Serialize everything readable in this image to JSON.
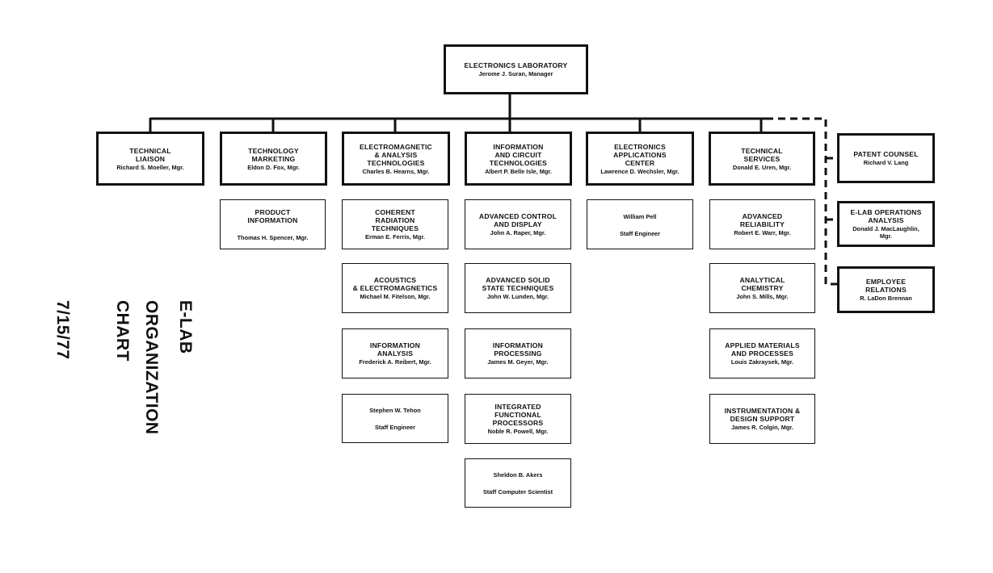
{
  "root": {
    "title": "ELECTRONICS LABORATORY",
    "person": "Jerome J. Suran, Manager"
  },
  "departments": [
    {
      "title": "TECHNICAL\nLIAISON",
      "person": "Richard S. Moeller, Mgr."
    },
    {
      "title": "TECHNOLOGY\nMARKETING",
      "person": "Eldon D. Fox, Mgr."
    },
    {
      "title": "ELECTROMAGNETIC\n& ANALYSIS\nTECHNOLOGIES",
      "person": "Charles B. Hearns, Mgr."
    },
    {
      "title": "INFORMATION\nAND CIRCUIT\nTECHNOLOGIES",
      "person": "Albert P. Belle Isle, Mgr."
    },
    {
      "title": "ELECTRONICS\nAPPLICATIONS\nCENTER",
      "person": "Lawrence D. Wechsler, Mgr."
    },
    {
      "title": "TECHNICAL\nSERVICES",
      "person": "Donald E. Uren, Mgr."
    }
  ],
  "sub_units": {
    "marketing": [
      {
        "title": "PRODUCT\nINFORMATION",
        "person": "Thomas H. Spencer, Mgr."
      }
    ],
    "electromagnetic": [
      {
        "title": "COHERENT\nRADIATION\nTECHNIQUES",
        "person": "Erman E. Ferris, Mgr."
      },
      {
        "title": "ACOUSTICS\n& ELECTROMAGNETICS",
        "person": "Michael M. Fitelson, Mgr."
      },
      {
        "title": "INFORMATION\nANALYSIS",
        "person": "Frederick A. Reibert, Mgr."
      },
      {
        "title": "Stephen W. Tehon",
        "person": "Staff Engineer"
      }
    ],
    "information": [
      {
        "title": "ADVANCED CONTROL\nAND DISPLAY",
        "person": "John A. Raper, Mgr."
      },
      {
        "title": "ADVANCED SOLID\nSTATE TECHNIQUES",
        "person": "John W. Lunden, Mgr."
      },
      {
        "title": "INFORMATION\nPROCESSING",
        "person": "James M. Geyer, Mgr."
      },
      {
        "title": "INTEGRATED\nFUNCTIONAL\nPROCESSORS",
        "person": "Noble R. Powell, Mgr."
      },
      {
        "title": "Sheldon B. Akers",
        "person": "Staff Computer Scientist"
      }
    ],
    "applications": [
      {
        "title": "William Pell",
        "person": "Staff Engineer"
      }
    ],
    "services": [
      {
        "title": "ADVANCED\nRELIABILITY",
        "person": "Robert E. Warr, Mgr."
      },
      {
        "title": "ANALYTICAL\nCHEMISTRY",
        "person": "John S. Mills, Mgr."
      },
      {
        "title": "APPLIED MATERIALS\nAND PROCESSES",
        "person": "Louis Zakraysek, Mgr."
      },
      {
        "title": "INSTRUMENTATION &\nDESIGN SUPPORT",
        "person": "James R. Colgin, Mgr."
      }
    ]
  },
  "staff_functions": [
    {
      "title": "PATENT COUNSEL",
      "person": "Richard V. Lang"
    },
    {
      "title": "E-LAB OPERATIONS\nANALYSIS",
      "person": "Donald J. MacLaughlin,\nMgr."
    },
    {
      "title": "EMPLOYEE\nRELATIONS",
      "person": "R. LaDon Brennan"
    }
  ],
  "side_title": [
    "E-LAB",
    "ORGANIZATION",
    "CHART"
  ],
  "date": "7/15/77"
}
